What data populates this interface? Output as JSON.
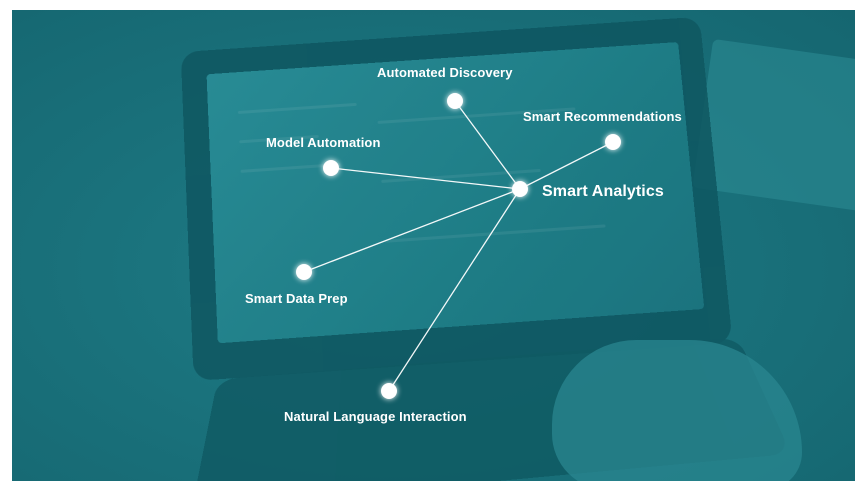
{
  "diagram": {
    "center": {
      "label": "Smart Analytics"
    },
    "nodes": [
      {
        "id": "automated-discovery",
        "label": "Automated Discovery"
      },
      {
        "id": "smart-recommendations",
        "label": "Smart Recommendations"
      },
      {
        "id": "model-automation",
        "label": "Model Automation"
      },
      {
        "id": "smart-data-prep",
        "label": "Smart Data Prep"
      },
      {
        "id": "natural-language-interaction",
        "label": "Natural Language Interaction"
      }
    ],
    "colors": {
      "background": "#1a727c",
      "line": "#ffffff",
      "node": "#ffffff"
    }
  }
}
